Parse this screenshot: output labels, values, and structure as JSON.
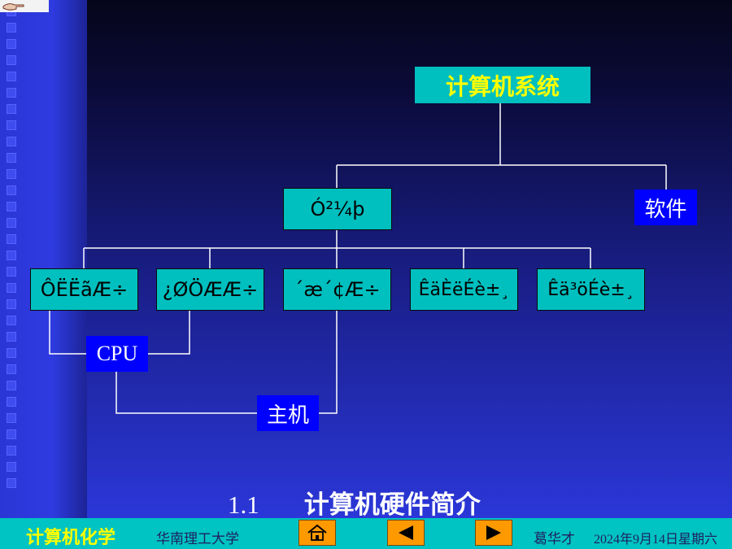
{
  "diagram": {
    "root": "计算机系统",
    "hardware": "Ó²¼þ",
    "software": "软件",
    "components": [
      "ÔËËãÆ÷",
      "¿ØÖÆÆ÷",
      "´æ´¢Æ÷",
      "ÊäÈëÉè±¸",
      "Êä³öÉè±¸"
    ],
    "cpu": "CPU",
    "host": "主机"
  },
  "caption": {
    "number": "1.1",
    "text": "计算机硬件简介"
  },
  "footer": {
    "course": "计算机化学",
    "school": "华南理工大学",
    "author": "葛华才",
    "date": "2024年9月14日星期六"
  },
  "colors": {
    "node": "#00bfbf",
    "label": "#0000ff",
    "title_text": "#ffff00",
    "footer": "#00c3c3",
    "nav_button": "#ff9900"
  }
}
